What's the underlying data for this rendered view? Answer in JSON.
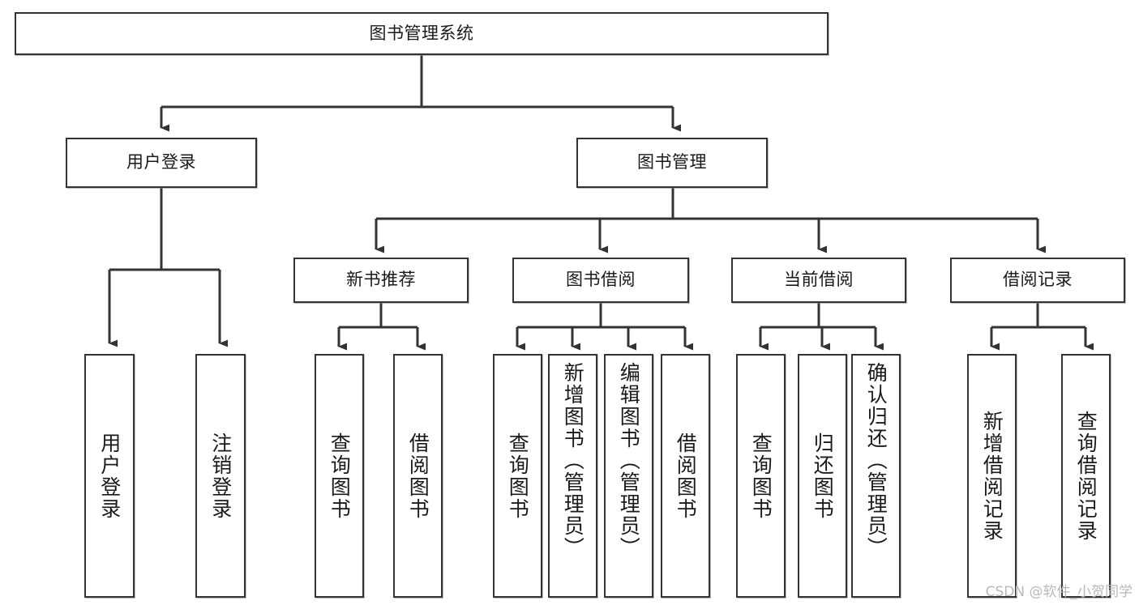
{
  "diagram": {
    "type": "tree-hierarchy",
    "title": "图书管理系统",
    "watermark": "CSDN @软件_小贺同学",
    "colors": {
      "box_border": "#333333",
      "box_fill": "#ffffff",
      "connector": "#333333",
      "text": "#1a1a1a",
      "watermark": "#b9b9b9"
    },
    "levels": [
      {
        "level": 0,
        "nodes": [
          {
            "id": "root",
            "label": "图书管理系统",
            "orientation": "horizontal"
          }
        ]
      },
      {
        "level": 1,
        "nodes": [
          {
            "id": "user-login",
            "label": "用户登录",
            "orientation": "horizontal",
            "parent": "root"
          },
          {
            "id": "book-manage",
            "label": "图书管理",
            "orientation": "horizontal",
            "parent": "root"
          }
        ]
      },
      {
        "level": 2,
        "nodes": [
          {
            "id": "new-book-rec",
            "label": "新书推荐",
            "orientation": "horizontal",
            "parent": "book-manage"
          },
          {
            "id": "book-borrow",
            "label": "图书借阅",
            "orientation": "horizontal",
            "parent": "book-manage"
          },
          {
            "id": "current-borrow",
            "label": "当前借阅",
            "orientation": "horizontal",
            "parent": "book-manage"
          },
          {
            "id": "borrow-record",
            "label": "借阅记录",
            "orientation": "horizontal",
            "parent": "book-manage"
          }
        ]
      },
      {
        "level": 3,
        "nodes": [
          {
            "id": "leaf-user-login",
            "label": "用户登录",
            "orientation": "vertical",
            "parent": "user-login"
          },
          {
            "id": "leaf-logout",
            "label": "注销登录",
            "orientation": "vertical",
            "parent": "user-login"
          },
          {
            "id": "leaf-query-book-1",
            "label": "查询图书",
            "orientation": "vertical",
            "parent": "new-book-rec"
          },
          {
            "id": "leaf-borrow-book-1",
            "label": "借阅图书",
            "orientation": "vertical",
            "parent": "new-book-rec"
          },
          {
            "id": "leaf-query-book-2",
            "label": "查询图书",
            "orientation": "vertical",
            "parent": "book-borrow"
          },
          {
            "id": "leaf-add-book",
            "label": "新增图书（管理员）",
            "orientation": "vertical",
            "parent": "book-borrow"
          },
          {
            "id": "leaf-edit-book",
            "label": "编辑图书（管理员）",
            "orientation": "vertical",
            "parent": "book-borrow"
          },
          {
            "id": "leaf-borrow-book-2",
            "label": "借阅图书",
            "orientation": "vertical",
            "parent": "book-borrow"
          },
          {
            "id": "leaf-query-book-3",
            "label": "查询图书",
            "orientation": "vertical",
            "parent": "current-borrow"
          },
          {
            "id": "leaf-return-book",
            "label": "归还图书",
            "orientation": "vertical",
            "parent": "current-borrow"
          },
          {
            "id": "leaf-confirm-return",
            "label": "确认归还（管理员）",
            "orientation": "vertical",
            "parent": "current-borrow"
          },
          {
            "id": "leaf-add-record",
            "label": "新增借阅记录",
            "orientation": "vertical",
            "parent": "borrow-record"
          },
          {
            "id": "leaf-query-record",
            "label": "查询借阅记录",
            "orientation": "vertical",
            "parent": "borrow-record"
          }
        ]
      }
    ]
  }
}
